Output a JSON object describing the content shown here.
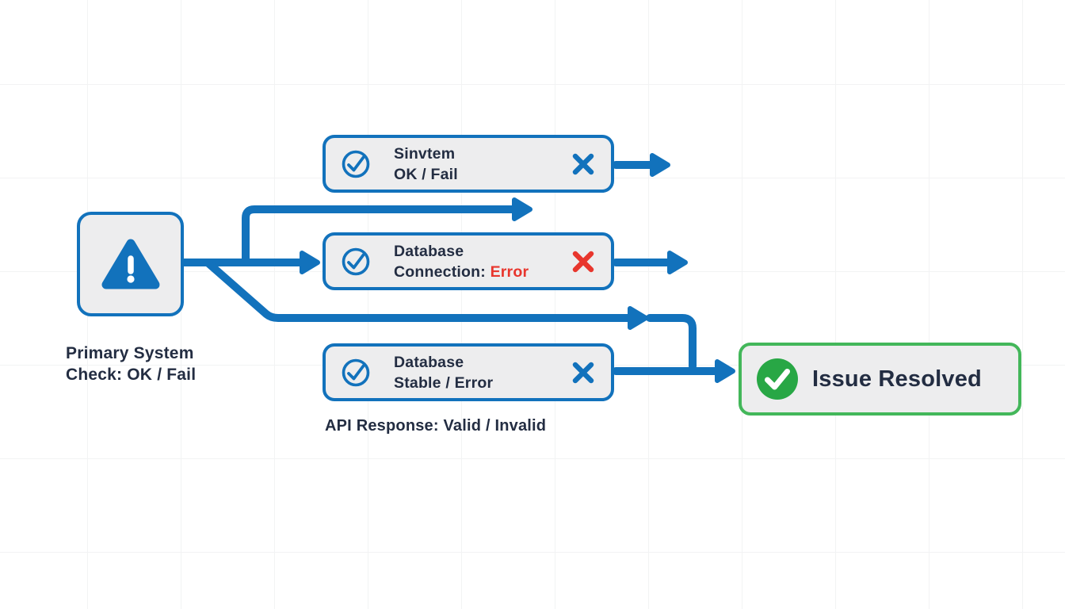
{
  "diagram": {
    "source": {
      "icon": "warning-triangle-icon",
      "label_line1": "Primary System",
      "label_line2": "Check: OK / Fail"
    },
    "checks": [
      {
        "icon": "check-circle-outline-icon",
        "line1": "Sinvtem",
        "line2": "OK / Fail",
        "line2_highlight": "",
        "status_icon": "x-mark-icon",
        "status_color": "#1272BC"
      },
      {
        "icon": "check-circle-outline-icon",
        "line1": "Database",
        "line2": "Connection: ",
        "line2_highlight": "Error",
        "status_icon": "x-mark-icon",
        "status_color": "#E8362D"
      },
      {
        "icon": "check-circle-outline-icon",
        "line1": "Database",
        "line2": "Stable / Error",
        "line2_highlight": "",
        "status_icon": "x-mark-icon",
        "status_color": "#1272BC"
      }
    ],
    "caption": "API Response: Valid / Invalid",
    "result": {
      "icon": "check-circle-filled-icon",
      "label": "Issue Resolved"
    }
  },
  "colors": {
    "connector_blue": "#1272BC",
    "error_red": "#E8362D",
    "success_green": "#28A745",
    "success_border_green": "#43B75A",
    "text_dark": "#232D42",
    "node_background": "#EDEDEE"
  }
}
